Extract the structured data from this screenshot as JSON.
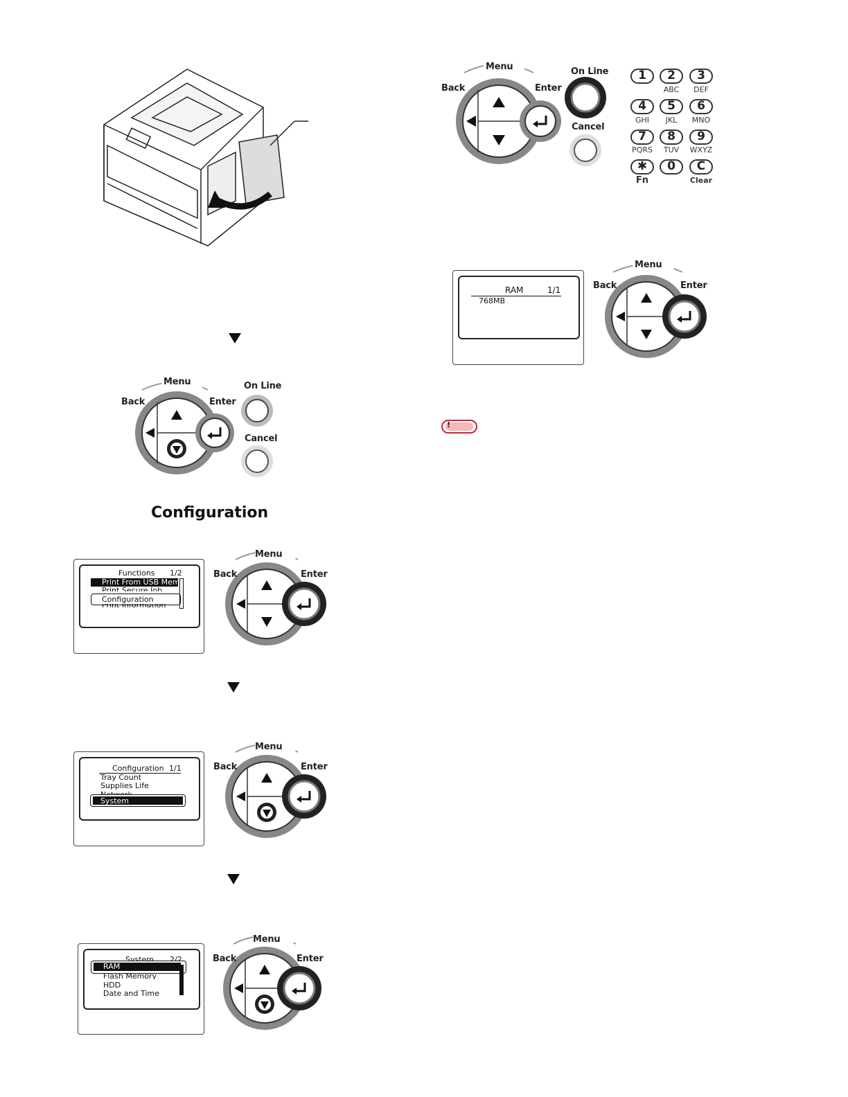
{
  "heading": "Configuration",
  "labels": {
    "menu": "Menu",
    "back": "Back",
    "enter": "Enter",
    "online": "On Line",
    "cancel": "Cancel"
  },
  "keypad": {
    "keys": [
      {
        "num": "1",
        "letters": ""
      },
      {
        "num": "2",
        "letters": "ABC"
      },
      {
        "num": "3",
        "letters": "DEF"
      },
      {
        "num": "4",
        "letters": "GHI"
      },
      {
        "num": "5",
        "letters": "JKL"
      },
      {
        "num": "6",
        "letters": "MNO"
      },
      {
        "num": "7",
        "letters": "PQRS"
      },
      {
        "num": "8",
        "letters": "TUV"
      },
      {
        "num": "9",
        "letters": "WXYZ"
      },
      {
        "num": "✱",
        "letters": "Fn"
      },
      {
        "num": "0",
        "letters": ""
      },
      {
        "num": "C",
        "letters": "Clear"
      }
    ]
  },
  "screens": {
    "ram": {
      "title": "RAM",
      "page": "1/1",
      "value": "768MB"
    },
    "functions": {
      "title": "Functions",
      "page": "1/2",
      "items": [
        "Print From USB Mem",
        "Print Secure Job",
        "Configuration",
        "Print Information"
      ]
    },
    "configuration": {
      "title": "Configuration",
      "page": "1/1",
      "items": [
        "Tray Count",
        "Supplies Life",
        "Network",
        "System"
      ]
    },
    "system": {
      "title": "System",
      "page": "2/2",
      "items": [
        "RAM",
        "Flash Memory",
        "HDD",
        "Date and Time"
      ]
    }
  },
  "note_icon": "!"
}
